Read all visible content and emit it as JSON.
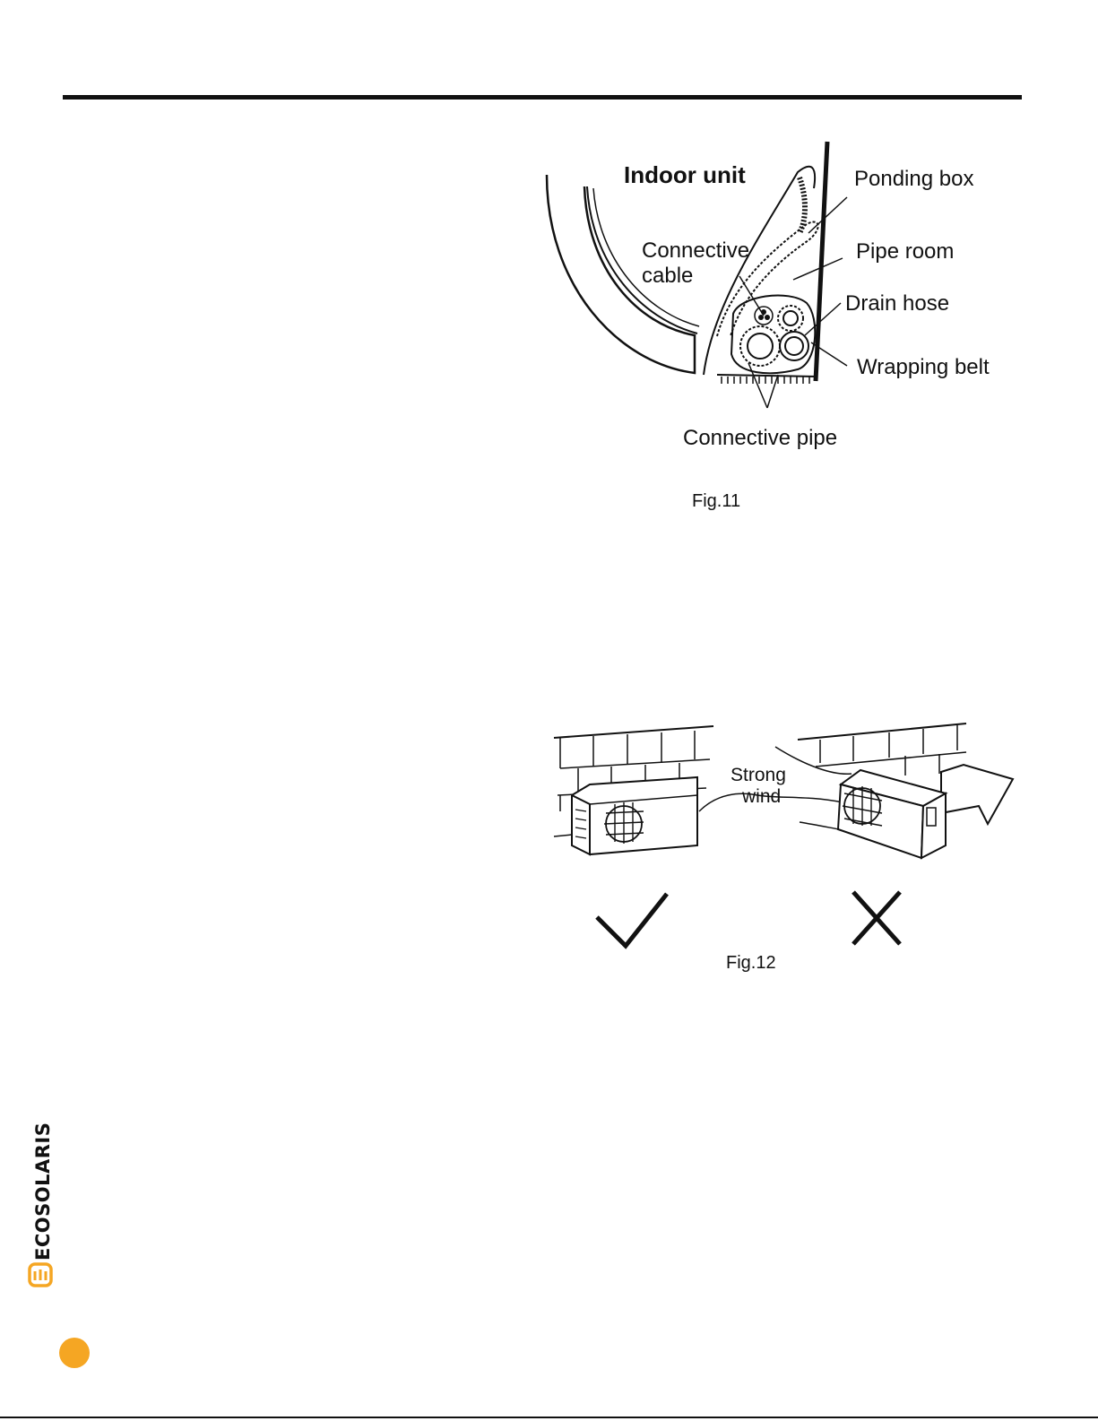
{
  "fig11": {
    "title": "Indoor unit",
    "labels": {
      "ponding_box": "Ponding box",
      "pipe_room": "Pipe room",
      "drain_hose": "Drain hose",
      "wrapping_belt": "Wrapping belt",
      "connective_cable_1": "Connective",
      "connective_cable_2": "cable",
      "connective_pipe": "Connective pipe"
    },
    "caption": "Fig.11"
  },
  "fig12": {
    "strong_wind_1": "Strong",
    "strong_wind_2": "wind",
    "caption": "Fig.12"
  },
  "brand": {
    "name": "ECOSOLARIS",
    "accent": "#f5a623"
  }
}
